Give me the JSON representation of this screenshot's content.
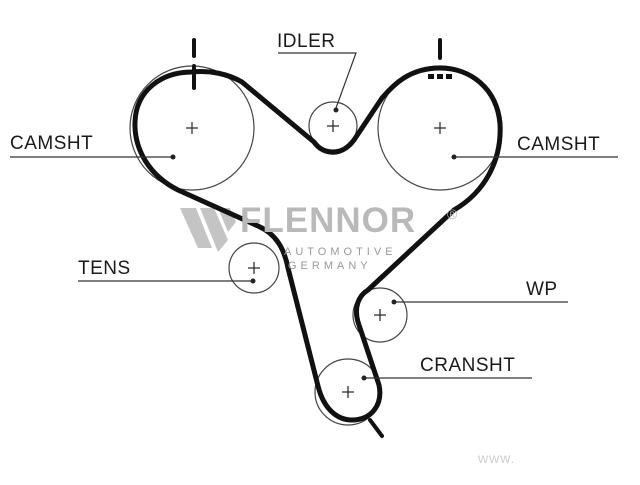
{
  "labels": {
    "idler": "IDLER",
    "camsht_left": "CAMSHT",
    "camsht_right": "CAMSHT",
    "tens": "TENS",
    "wp": "WP",
    "cransht": "CRANSHT"
  },
  "watermark": {
    "brand": "FLENNOR",
    "registered": "®",
    "line1": "AUTOMOTIVE",
    "line2": "GERMANY",
    "url": "www."
  },
  "colors": {
    "belt": "#111111",
    "pulley": "#444444",
    "watermark": "#b9b9b9"
  }
}
